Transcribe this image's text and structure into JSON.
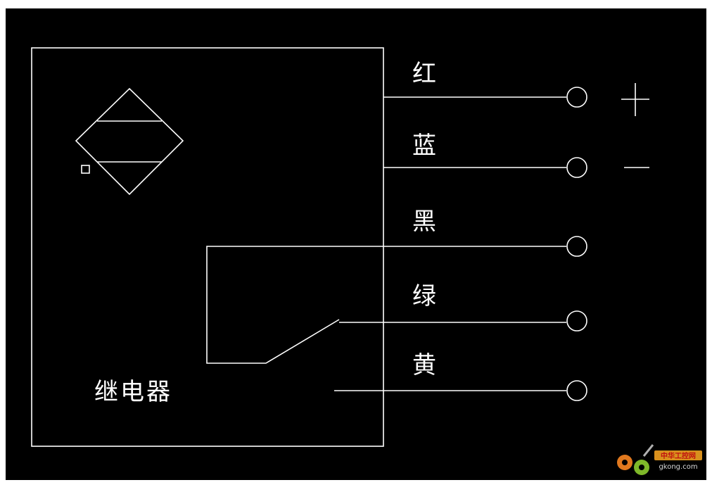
{
  "colors": {
    "canvas_bg": "#000000",
    "page_border": "#ffffff",
    "line": "#ffffff",
    "text": "#ffffff"
  },
  "labels": {
    "relay": "继电器",
    "wire_red": "红",
    "wire_blue": "蓝",
    "wire_black": "黑",
    "wire_green": "绿",
    "wire_yellow": "黄",
    "plus": "+",
    "minus": "−"
  },
  "watermark": {
    "brand_cn": "中华工控网",
    "domain": "gkong.com",
    "icon": "gear-logo-icon"
  }
}
